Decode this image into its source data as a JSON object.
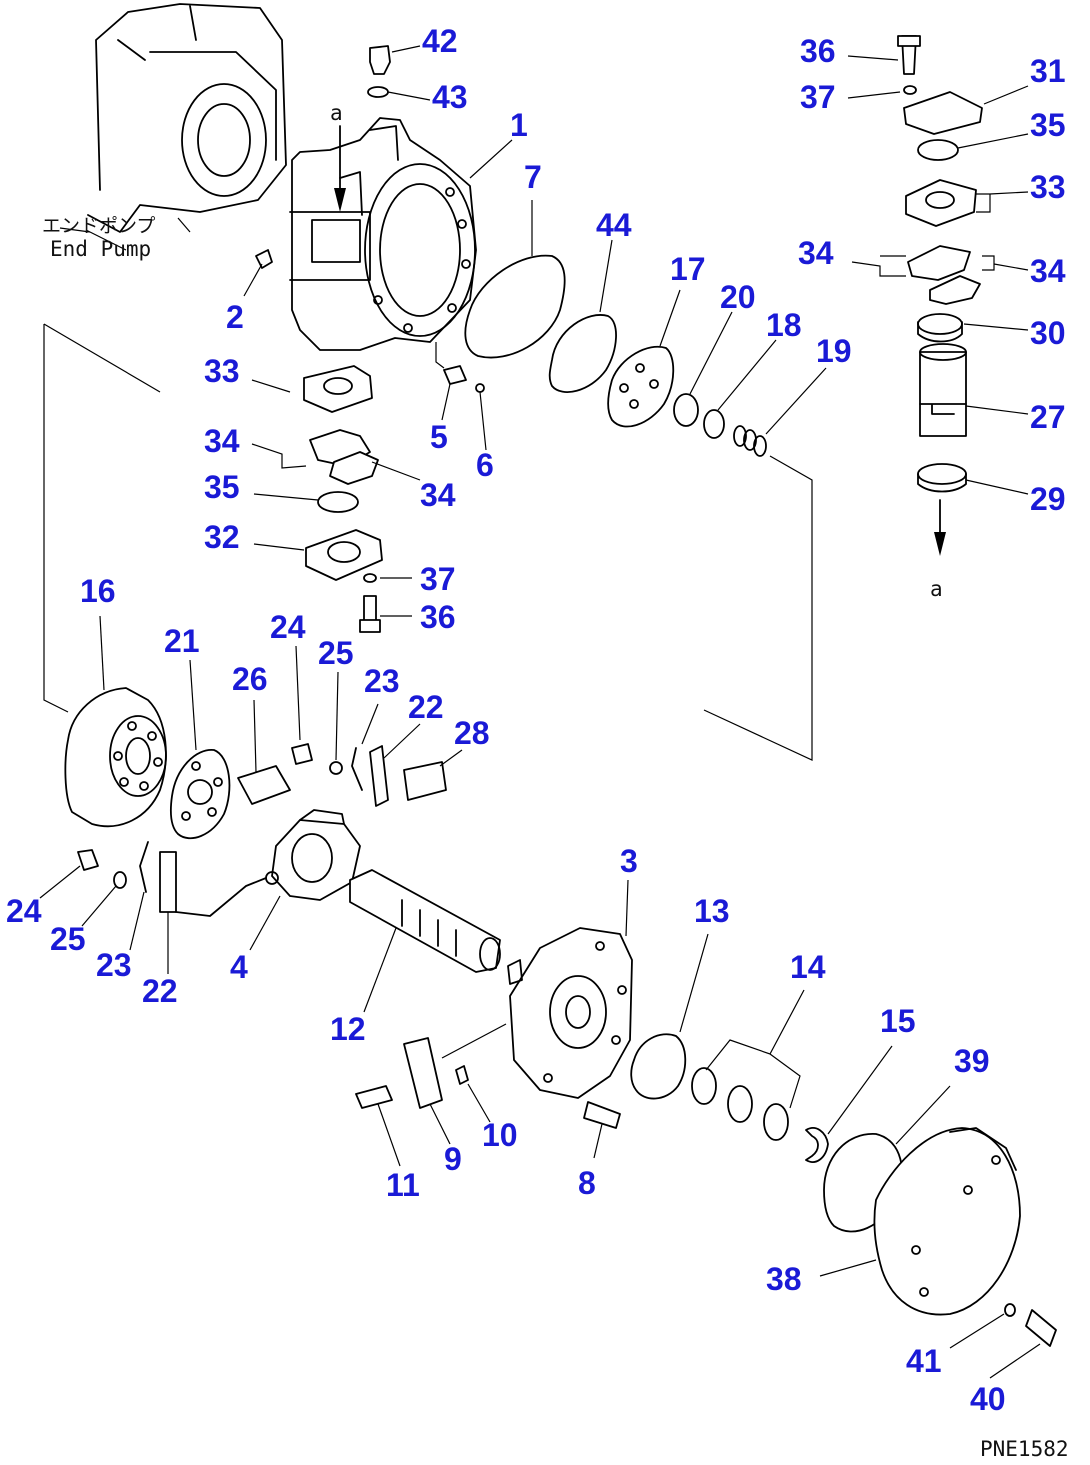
{
  "annotations": {
    "end_pump_jp": "エンドポンプ",
    "end_pump_en": "End Pump",
    "ref_a_top": "a",
    "ref_a_right": "a",
    "drawing_code": "PNE1582"
  },
  "colors": {
    "callout": "#1a1ad6",
    "line": "#000000",
    "background": "#ffffff"
  },
  "callouts": [
    {
      "id": "c42",
      "label": "42"
    },
    {
      "id": "c43",
      "label": "43"
    },
    {
      "id": "c1",
      "label": "1"
    },
    {
      "id": "c7",
      "label": "7"
    },
    {
      "id": "c44",
      "label": "44"
    },
    {
      "id": "c17",
      "label": "17"
    },
    {
      "id": "c20",
      "label": "20"
    },
    {
      "id": "c18",
      "label": "18"
    },
    {
      "id": "c19",
      "label": "19"
    },
    {
      "id": "c2",
      "label": "2"
    },
    {
      "id": "c5",
      "label": "5"
    },
    {
      "id": "c6",
      "label": "6"
    },
    {
      "id": "c33a",
      "label": "33"
    },
    {
      "id": "c34a",
      "label": "34"
    },
    {
      "id": "c34b",
      "label": "34"
    },
    {
      "id": "c35a",
      "label": "35"
    },
    {
      "id": "c32",
      "label": "32"
    },
    {
      "id": "c37a",
      "label": "37"
    },
    {
      "id": "c36a",
      "label": "36"
    },
    {
      "id": "c36b",
      "label": "36"
    },
    {
      "id": "c37b",
      "label": "37"
    },
    {
      "id": "c31",
      "label": "31"
    },
    {
      "id": "c35b",
      "label": "35"
    },
    {
      "id": "c33b",
      "label": "33"
    },
    {
      "id": "c34c",
      "label": "34"
    },
    {
      "id": "c34d",
      "label": "34"
    },
    {
      "id": "c30",
      "label": "30"
    },
    {
      "id": "c27",
      "label": "27"
    },
    {
      "id": "c29",
      "label": "29"
    },
    {
      "id": "c16",
      "label": "16"
    },
    {
      "id": "c21",
      "label": "21"
    },
    {
      "id": "c26",
      "label": "26"
    },
    {
      "id": "c24a",
      "label": "24"
    },
    {
      "id": "c25a",
      "label": "25"
    },
    {
      "id": "c23a",
      "label": "23"
    },
    {
      "id": "c22a",
      "label": "22"
    },
    {
      "id": "c28",
      "label": "28"
    },
    {
      "id": "c24b",
      "label": "24"
    },
    {
      "id": "c25b",
      "label": "25"
    },
    {
      "id": "c23b",
      "label": "23"
    },
    {
      "id": "c22b",
      "label": "22"
    },
    {
      "id": "c4",
      "label": "4"
    },
    {
      "id": "c12",
      "label": "12"
    },
    {
      "id": "c3",
      "label": "3"
    },
    {
      "id": "c13",
      "label": "13"
    },
    {
      "id": "c14",
      "label": "14"
    },
    {
      "id": "c15",
      "label": "15"
    },
    {
      "id": "c39",
      "label": "39"
    },
    {
      "id": "c11",
      "label": "11"
    },
    {
      "id": "c9",
      "label": "9"
    },
    {
      "id": "c10",
      "label": "10"
    },
    {
      "id": "c8",
      "label": "8"
    },
    {
      "id": "c38",
      "label": "38"
    },
    {
      "id": "c41",
      "label": "41"
    },
    {
      "id": "c40",
      "label": "40"
    }
  ]
}
